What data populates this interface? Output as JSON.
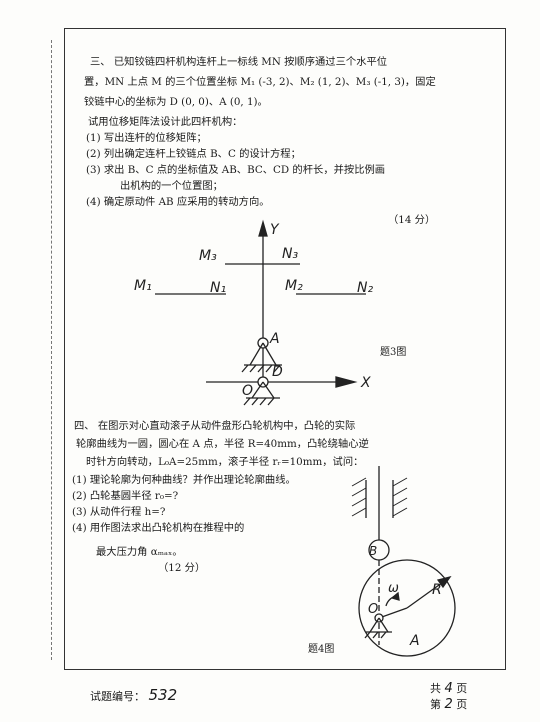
{
  "problem3": {
    "line1": "三、  已知铰链四杆机构连杆上一标线 MN 按顺序通过三个水平位",
    "line2": "置，MN 上点 M 的三个位置坐标 M₁ (-3, 2)、M₂ (1, 2)、M₃ (-1, 3)，固定",
    "line3": "铰链中心的坐标为 D (0, 0)、A (0, 1)。",
    "line4": "试用位移矩阵法设计此四杆机构：",
    "item1": "(1)  写出连杆的位移矩阵；",
    "item2": "(2)  列出确定连杆上铰链点 B、C 的设计方程；",
    "item3": "(3)  求出 B、C 点的坐标值及 AB、BC、CD 的杆长，并按比例画",
    "item3b": "出机构的一个位置图；",
    "item4": "(4)  确定原动件 AB 应采用的转动方向。",
    "score": "（14 分）",
    "fig": {
      "y_axis": "Y",
      "x_axis": "X",
      "m1": "M₁",
      "n1": "N₁",
      "m2": "M₂",
      "n2": "N₂",
      "m3": "M₃",
      "n3": "N₃",
      "a": "A",
      "d": "D",
      "o": "O",
      "caption": "题3图"
    }
  },
  "problem4": {
    "line1": "四、   在图示对心直动滚子从动件盘形凸轮机构中，凸轮的实际",
    "line2": "轮廓曲线为一圆，圆心在 A 点，半径 R=40mm，凸轮绕轴心逆",
    "line3": "时针方向转动，L₀A=25mm，滚子半径 rᵣ=10mm，试问：",
    "item1": "(1)  理论轮廓为何种曲线？并作出理论轮廓曲线。",
    "item2": "(2)  凸轮基圆半径 r₀=?",
    "item3": "(3)  从动件行程 h=?",
    "item4": "(4)  用作图法求出凸轮机构在推程中的",
    "item4b": "最大压力角 αₘₐₓ。",
    "score": "（12 分）",
    "fig": {
      "b": "B",
      "o": "O",
      "omega": "ω",
      "r": "R",
      "a": "A",
      "caption": "题4图"
    }
  },
  "footer": {
    "code_label": "试题编号：",
    "code_value": "532",
    "total_label": "共",
    "total_value": "4",
    "total_unit": "页",
    "page_label": "第",
    "page_value": "2",
    "page_unit": "页"
  }
}
